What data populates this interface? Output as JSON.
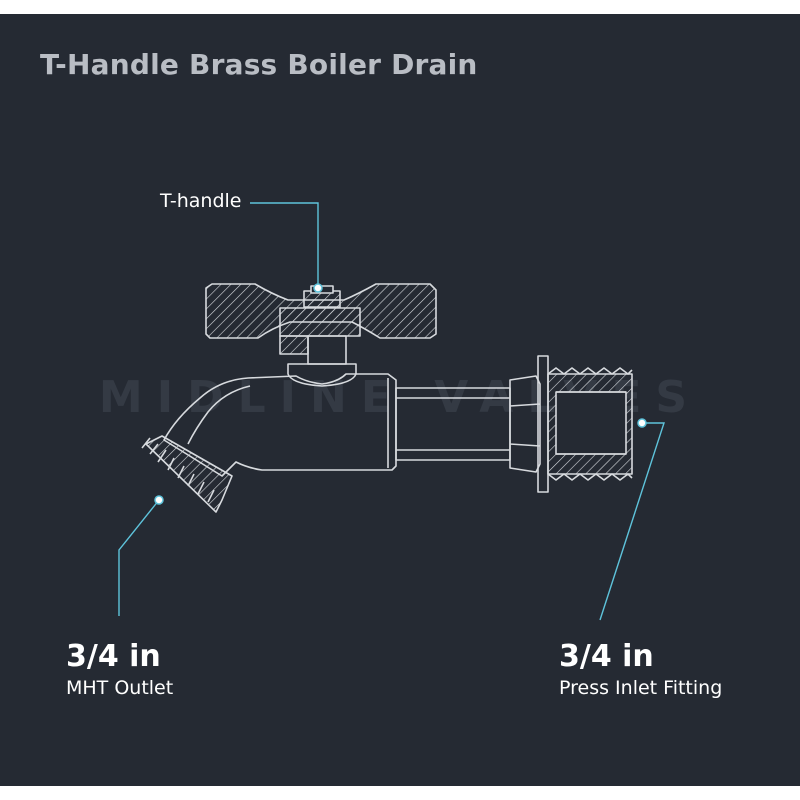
{
  "title": "T-Handle Brass Boiler Drain",
  "watermark": "MIDLINE VALVES",
  "callouts": {
    "t_handle": {
      "label": "T-handle"
    },
    "outlet": {
      "size": "3/4 in",
      "description": "MHT Outlet"
    },
    "inlet": {
      "size": "3/4 in",
      "description": "Press Inlet Fitting"
    }
  },
  "colors": {
    "background": "#252a33",
    "title": "#b9bdc4",
    "line_art": "#d7dade",
    "callout_line": "#5ec3db",
    "text": "#ffffff",
    "watermark": "#343a44"
  }
}
